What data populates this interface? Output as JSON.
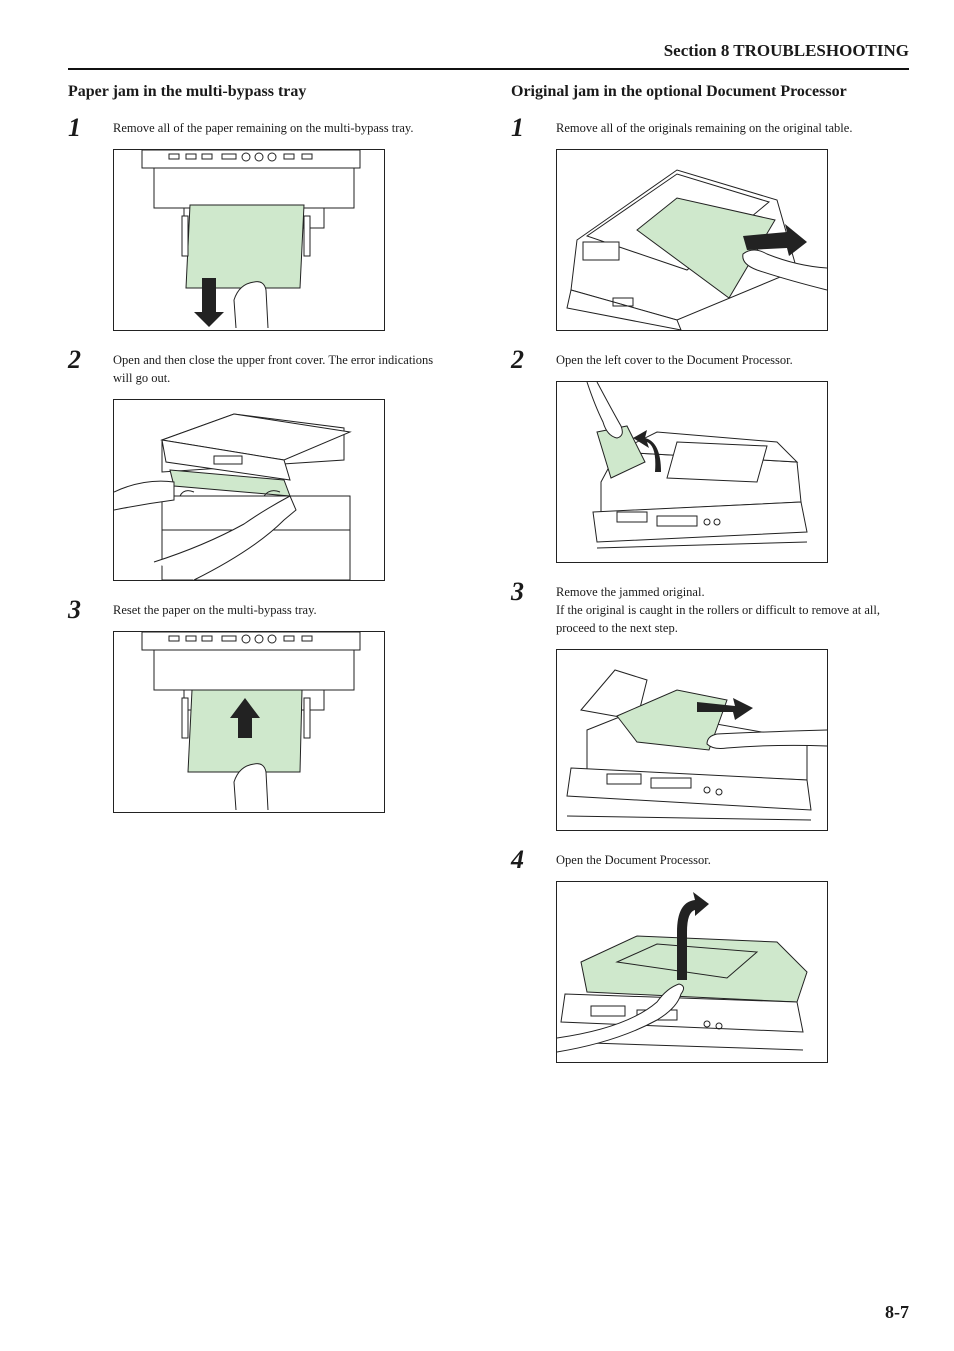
{
  "header": {
    "section_title": "Section 8  TROUBLESHOOTING"
  },
  "left": {
    "heading": "Paper jam in the multi-bypass tray",
    "steps": [
      {
        "num": "1",
        "text": "Remove all of the paper remaining on the multi-bypass tray."
      },
      {
        "num": "2",
        "text": "Open and then close the upper front cover. The error indications will go out."
      },
      {
        "num": "3",
        "text": "Reset the paper on the multi-bypass tray."
      }
    ]
  },
  "right": {
    "heading": "Original jam in the optional Document Processor",
    "steps": [
      {
        "num": "1",
        "text": "Remove all of the originals remaining on the original table."
      },
      {
        "num": "2",
        "text": "Open the left cover to the Document Processor."
      },
      {
        "num": "3",
        "text": "Remove the jammed original.",
        "text2": "If the original is caught in the rollers or difficult to remove at all, proceed to the next step."
      },
      {
        "num": "4",
        "text": "Open the Document Processor."
      }
    ]
  },
  "colors": {
    "paper_green": "#cfe8cc",
    "line": "#222222"
  },
  "footer": {
    "page_number": "8-7"
  }
}
